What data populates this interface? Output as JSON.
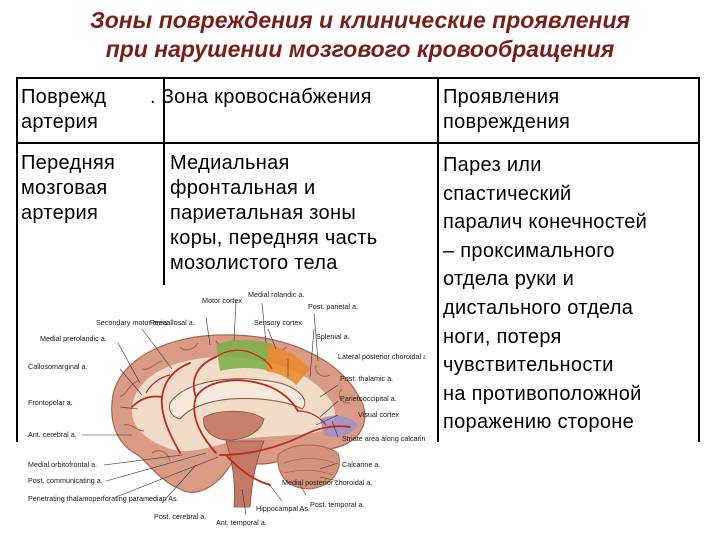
{
  "title": {
    "line1": "Зоны повреждения и клинические проявления",
    "line2": "при нарушении мозгового кровообращения"
  },
  "table": {
    "headers": {
      "artery": [
        "Поврежд",
        "артерия"
      ],
      "zone_marker": ".",
      "zone": "Зона кровоснабжения",
      "manifest": [
        "Проявления",
        "повреждения"
      ]
    },
    "row1": {
      "artery": [
        "Передняя",
        "мозговая",
        "артерия"
      ],
      "zone": [
        "Медиальная",
        "фронтальная и",
        "париетальная зоны",
        "коры, передняя часть",
        "мозолистого тела"
      ],
      "manifest": [
        "Парез или",
        "спастический",
        "паралич конечностей",
        "– проксимального",
        "отдела руки и",
        "дистального отдела",
        "ноги, потеря",
        "чувствительности",
        "на противоположной",
        "поражению стороне"
      ]
    }
  },
  "figure": {
    "labels": {
      "motor_cortex": "Motor cortex",
      "medial_rolandic": "Medial rolandic a.",
      "secondary_motor": "Secondary motor area",
      "pericallosal": "Pericallosal a.",
      "sensory_cortex": "Sensory cortex",
      "post_parietal": "Post. parietal a.",
      "medial_prerolandic": "Medial prerolandic a.",
      "splenial": "Splenial a.",
      "callosomarginal": "Callosomarginal a.",
      "lateral_post_choroidal": "Lateral posterior choroidal a.",
      "post_thalamic": "Post. thalamic a.",
      "frontopolar": "Frontopolar a.",
      "parieto_occipital": "Parietooccipital a.",
      "visual_cortex": "Visual cortex",
      "ant_cerebral": "Ant. cerebral a.",
      "striate_area": "Striate area along calcarine sulcus",
      "medial_orbitofrontal": "Medial orbitofrontal a.",
      "calcarine": "Calcarine a.",
      "post_communicating": "Post. communicating a.",
      "medial_post_choroidal": "Medial posterior choroidal a.",
      "paramedian": "Penetrating thalamoperforating paramedian As.",
      "post_cerebral": "Post. cerebral a.",
      "ant_temporal": "Ant. temporal a.",
      "hippocampal": "Hippocampal As.",
      "post_temporal": "Post. temporal a."
    },
    "colors": {
      "cortex": "#d99a86",
      "cortex_dark": "#a9634f",
      "white_matter": "#f0dcc8",
      "green_area": "#7fb04a",
      "orange_area": "#e98b31",
      "artery": "#c0281d",
      "violet_area": "#9d92c6",
      "title": "#7a1e18"
    }
  }
}
